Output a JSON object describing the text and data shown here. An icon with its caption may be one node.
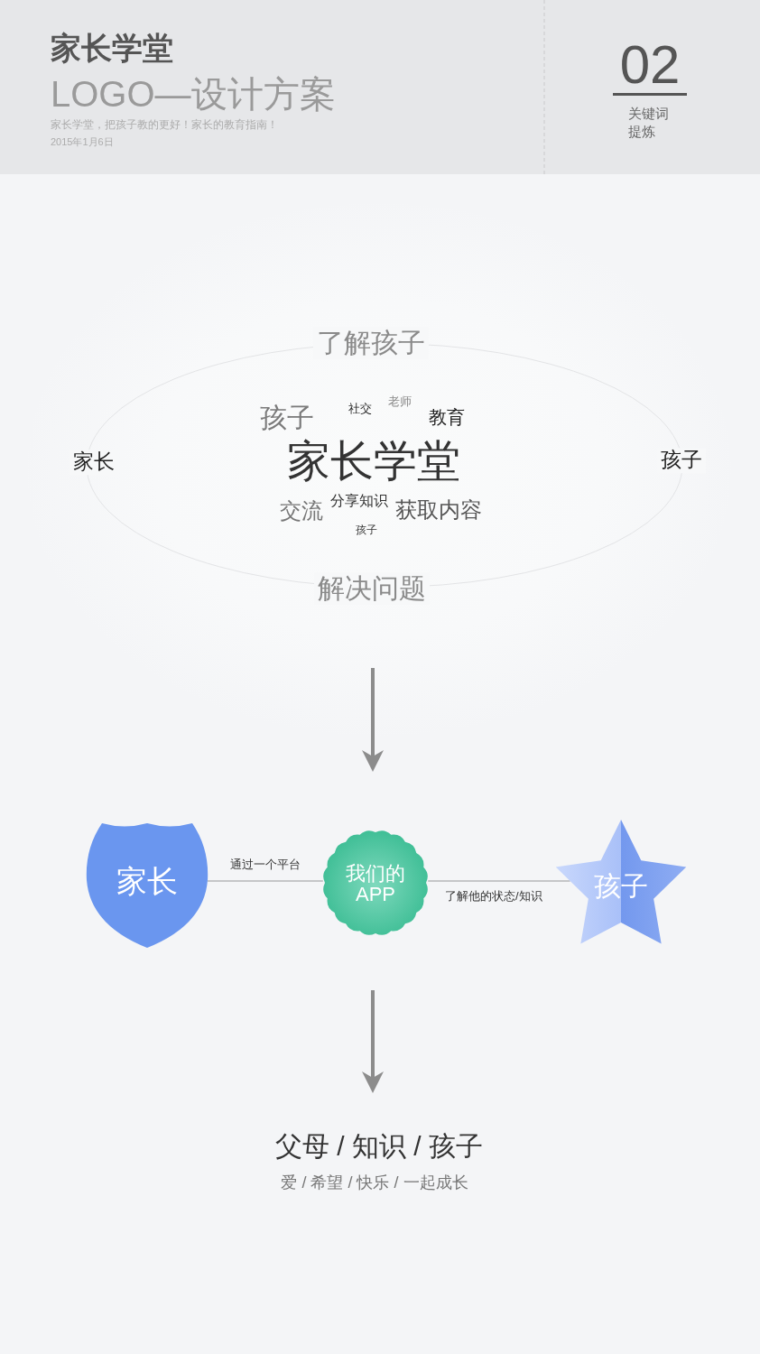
{
  "diagram": {
    "title": "家长学堂",
    "nodes": [
      {
        "text": [
          "家长"
        ]
      },
      {
        "text": [
          "我们的APP"
        ]
      },
      {
        "text": [
          "孩子"
        ]
      }
    ],
    "edges": [
      {
        "from": 0,
        "to": 1,
        "arrow": "none",
        "label": "通过一个平台"
      },
      {
        "from": 1,
        "to": 2,
        "arrow": "none",
        "label": "了解他的状态/知识"
      }
    ],
    "labels": [
      "LOGO—设计方案",
      "家长学堂，把孩子教的更好！家长的教育指南！",
      "2015年1月6日",
      "02",
      "关键词提炼",
      "了解孩子",
      "孩子",
      "社交",
      "老师",
      "教育",
      "家长",
      "家长学堂",
      "孩子",
      "交流",
      "分享知识",
      "获取内容",
      "孩子",
      "解决问题",
      "父母 / 知识 / 孩子",
      "爱 / 希望 / 快乐 / 一起成长"
    ]
  }
}
